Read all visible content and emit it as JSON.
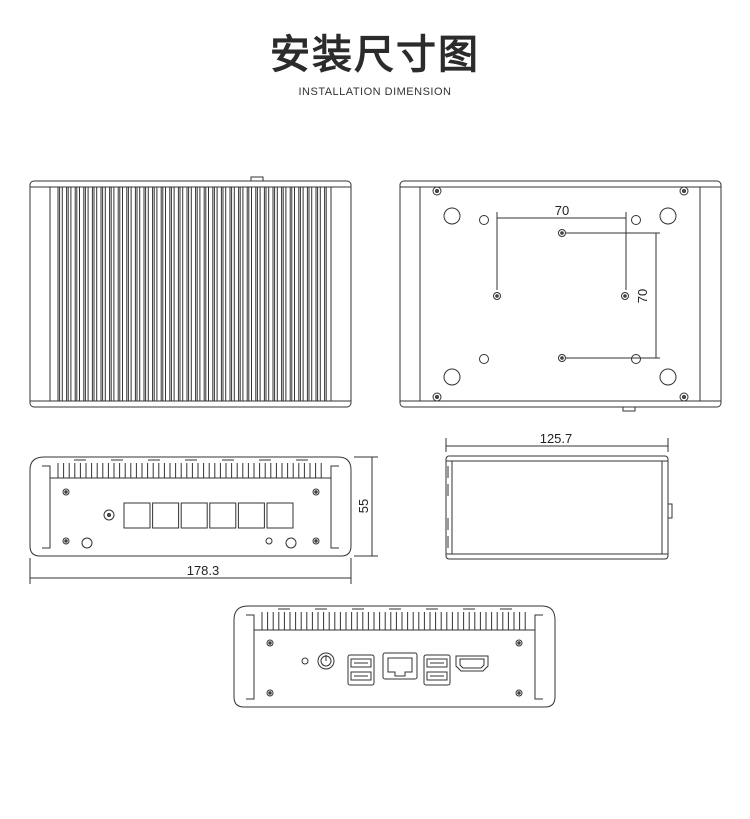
{
  "title": "安装尺寸图",
  "subtitle": "INSTALLATION DIMENSION",
  "dimensions": {
    "vesa_horizontal": "70",
    "vesa_vertical": "70",
    "height": "55",
    "width": "178.3",
    "depth": "125.7"
  }
}
